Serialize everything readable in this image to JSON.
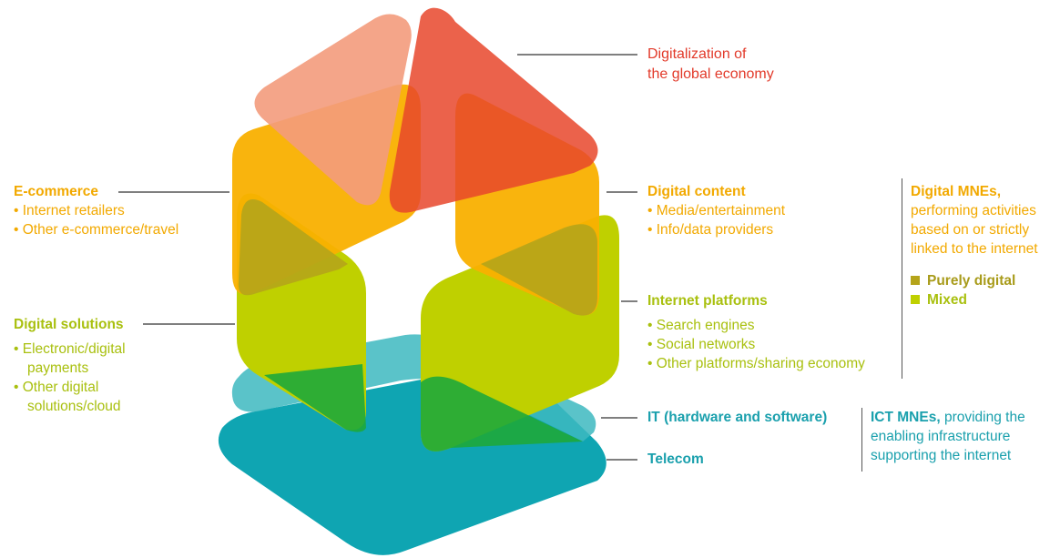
{
  "colors": {
    "roof_light": "#f39b7c",
    "roof_dark": "#e8472c",
    "orange": "#f9b000",
    "lime": "#bfd000",
    "teal_light": "#3db8c0",
    "teal": "#0fa5b2",
    "overlap_olive": "#b5a41a",
    "overlap_green": "#1ea83a"
  },
  "labels": {
    "digitalization": {
      "line1": "Digitalization of",
      "line2": "the global economy"
    },
    "ecommerce": {
      "title": "E-commerce",
      "items": [
        "Internet retailers",
        "Other e-commerce/travel"
      ]
    },
    "digital_solutions": {
      "title": "Digital solutions",
      "items": [
        "Electronic/digital",
        "Other digital"
      ],
      "continuations": [
        "payments",
        "solutions/cloud"
      ]
    },
    "digital_content": {
      "title": "Digital content",
      "items": [
        "Media/entertainment",
        "Info/data providers"
      ]
    },
    "internet_platforms": {
      "title": "Internet platforms",
      "items": [
        "Search engines",
        "Social networks",
        "Other platforms/sharing economy"
      ]
    },
    "it": {
      "title": "IT (hardware and software)"
    },
    "telecom": {
      "title": "Telecom"
    }
  },
  "legend": {
    "digital_mnes": {
      "title": "Digital MNEs,",
      "lines": [
        "performing activities",
        "based on or strictly",
        "linked to the internet"
      ]
    },
    "purely_digital": "Purely digital",
    "mixed": "Mixed",
    "ict_mnes": {
      "title": "ICT MNEs,",
      "line1_rest": " providing the",
      "lines": [
        "enabling infrastructure",
        "supporting the internet"
      ]
    }
  }
}
